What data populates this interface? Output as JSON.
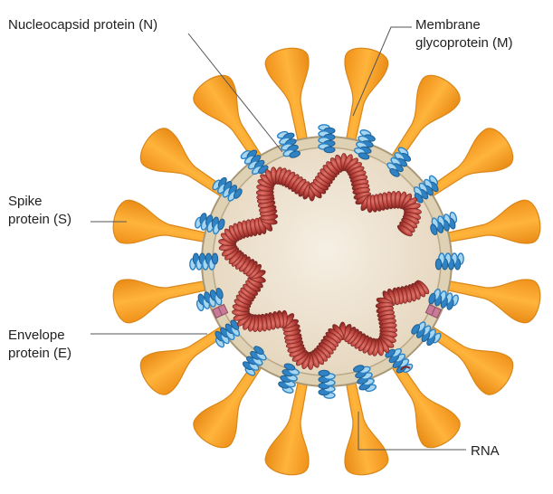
{
  "labels": {
    "nucleocapsid": "Nucleocapsid protein (N)",
    "membrane_line1": "Membrane",
    "membrane_line2": "glycoprotein (M)",
    "spike_line1": "Spike",
    "spike_line2": "protein (S)",
    "envelope_line1": "Envelope",
    "envelope_line2": "protein (E)",
    "rna": "RNA"
  },
  "colors": {
    "spike": "#f5a22a",
    "spike_edge": "#d9861a",
    "envelope_ring": "#dfd2b4",
    "envelope_edge": "#a99775",
    "interior": "#efe4d3",
    "rna": "#b9413a",
    "rna_dark": "#7e2622",
    "membrane_protein": "#2f83c4",
    "membrane_protein_light": "#a6d7f2",
    "e_protein": "#c97a96",
    "leader": "#555555"
  },
  "icons": [
    "spike-protein-icon",
    "membrane-glycoprotein-icon",
    "envelope-protein-icon",
    "rna-strand-icon"
  ]
}
